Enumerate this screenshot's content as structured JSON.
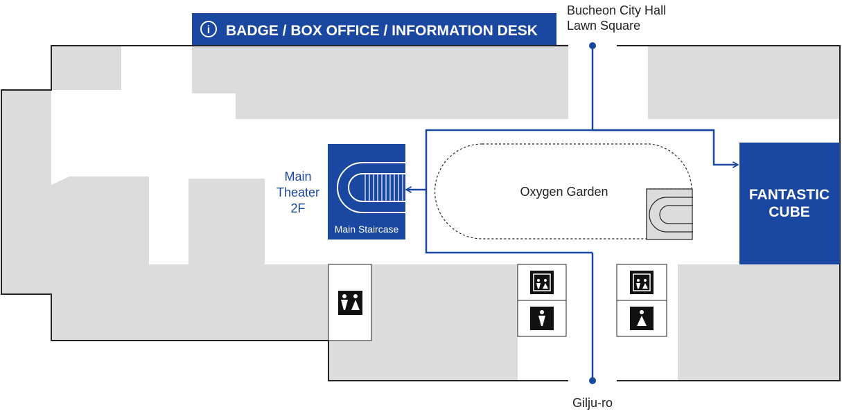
{
  "colors": {
    "brand_blue": "#1a47a0",
    "block_gray": "#dcdcdc",
    "wall": "#222222",
    "background": "#ffffff"
  },
  "banner": {
    "icon": "info-icon",
    "icon_glyph": "i",
    "label": "BADGE / BOX OFFICE  / INFORMATION DESK"
  },
  "labels": {
    "north_line1": "Bucheon City Hall",
    "north_line2": "Lawn Square",
    "south": "Gilju-ro",
    "garden": "Oxygen Garden",
    "theater_line1": "Main",
    "theater_line2": "Theater",
    "theater_line3": "2F",
    "staircase": "Main Staircase",
    "cube_line1": "FANTASTIC",
    "cube_line2": "CUBE"
  },
  "icons": {
    "restroom_all": "restroom-icon",
    "elevator_left": "elevator-icon",
    "elevator_right": "elevator-icon",
    "mens_room": "mens-restroom-icon",
    "womens_room": "womens-restroom-icon",
    "staircase": "staircase-icon",
    "garden_stairs": "staircase-icon"
  }
}
